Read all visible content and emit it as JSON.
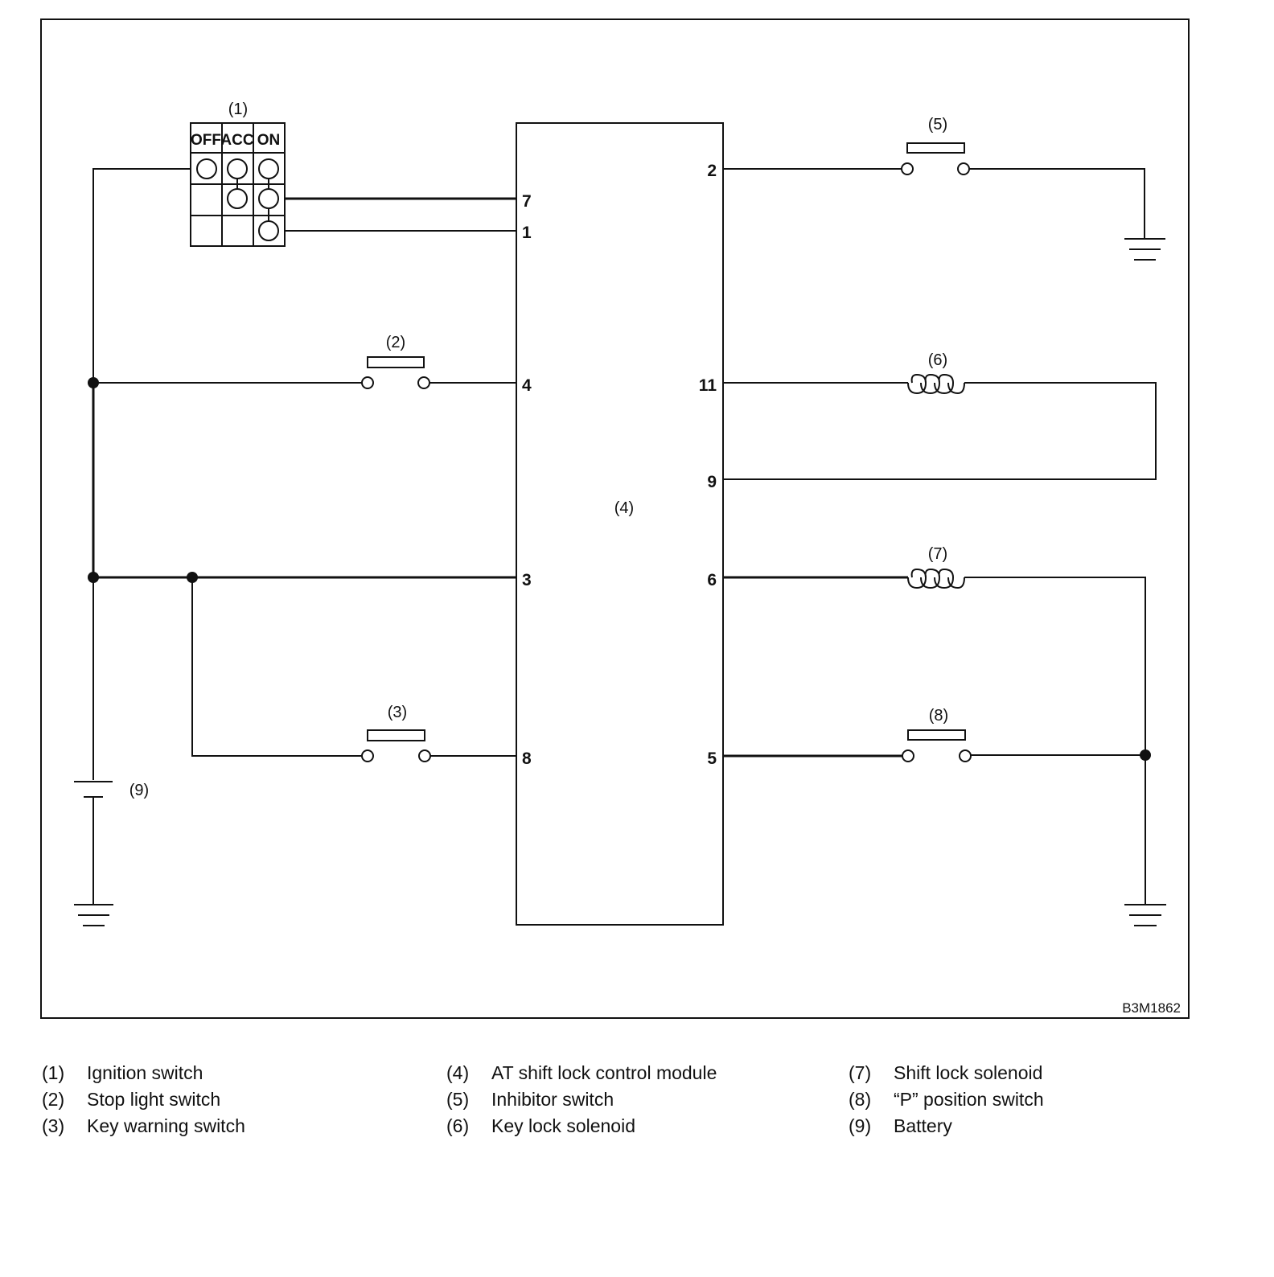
{
  "diagram": {
    "component_labels": {
      "ignition": "(1)",
      "stop_light": "(2)",
      "key_warning": "(3)",
      "module": "(4)",
      "inhibitor": "(5)",
      "key_lock": "(6)",
      "shift_lock": "(7)",
      "p_position": "(8)",
      "battery": "(9)"
    },
    "ignition_switch_positions": [
      "OFF",
      "ACC",
      "ON"
    ],
    "module_pins_left": [
      "7",
      "1",
      "4",
      "3",
      "8"
    ],
    "module_pins_right": [
      "2",
      "11",
      "9",
      "6",
      "5"
    ],
    "figure_code": "B3M1862"
  },
  "legend": [
    {
      "num": "(1)",
      "text": "Ignition switch"
    },
    {
      "num": "(2)",
      "text": "Stop light switch"
    },
    {
      "num": "(3)",
      "text": "Key warning switch"
    },
    {
      "num": "(4)",
      "text": "AT shift lock control module"
    },
    {
      "num": "(5)",
      "text": "Inhibitor switch"
    },
    {
      "num": "(6)",
      "text": "Key lock solenoid"
    },
    {
      "num": "(7)",
      "text": "Shift lock solenoid"
    },
    {
      "num": "(8)",
      "text": "“P” position switch"
    },
    {
      "num": "(9)",
      "text": "Battery"
    }
  ]
}
